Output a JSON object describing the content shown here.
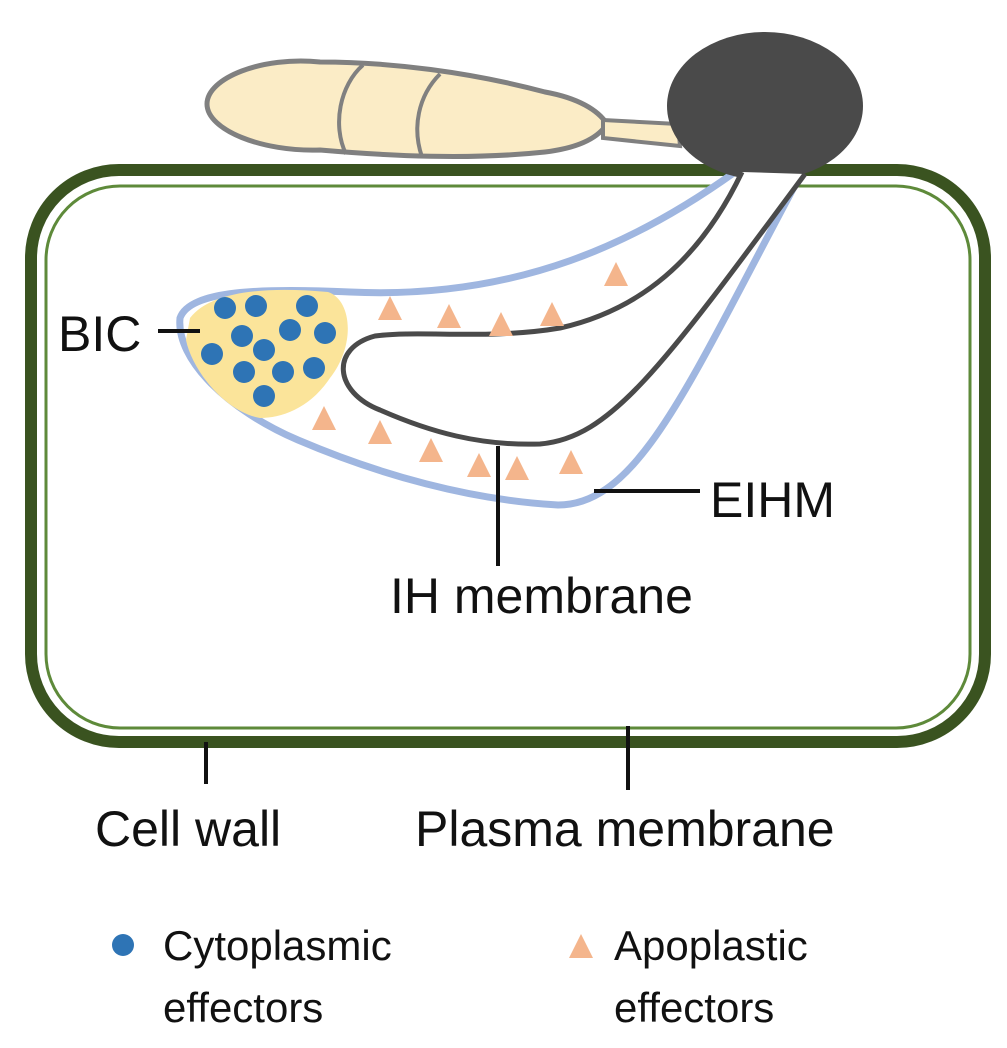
{
  "labels": {
    "bic": "BIC",
    "eihm": "EIHM",
    "ih_membrane": "IH membrane",
    "cell_wall": "Cell wall",
    "plasma_membrane": "Plasma membrane"
  },
  "legend": {
    "cytoplasmic": {
      "line1": "Cytoplasmic",
      "line2": "effectors"
    },
    "apoplastic": {
      "line1": "Apoplastic",
      "line2": "effectors"
    }
  },
  "colors": {
    "cell_wall": "#3a5320",
    "plasma_membrane": "#5e8a3a",
    "eihm": "#9fb6e0",
    "ih_membrane": "#4a4a4a",
    "appressorium": "#4a4a4a",
    "conidium_fill": "#fbecc6",
    "conidium_outline": "#808080",
    "bic_fill": "#fbe49a",
    "cytoplasmic_effector": "#2e74b5",
    "apoplastic_effector": "#f4b58c"
  }
}
